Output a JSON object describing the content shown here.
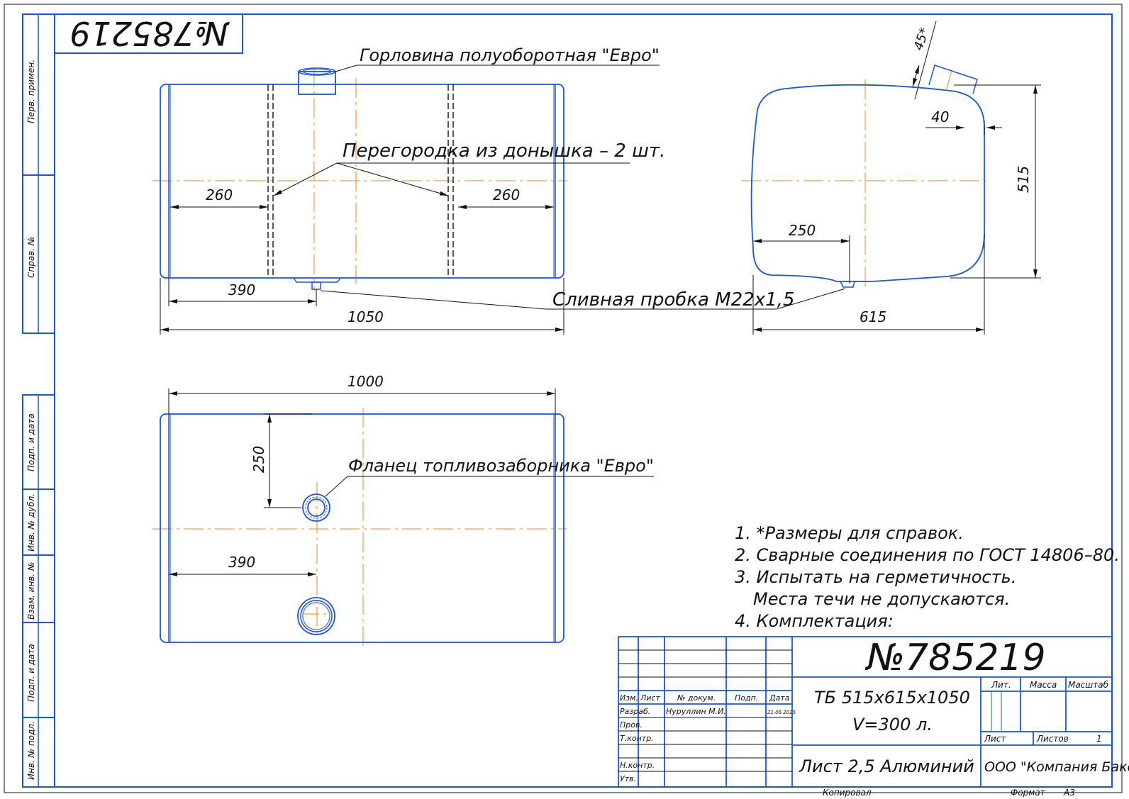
{
  "colors": {
    "outline": "#1a55e0",
    "axis": "#f08a1e",
    "ink": "#111111"
  },
  "stamp_number": "№785219",
  "side_strip": {
    "perv_primen": "Перв. примен.",
    "sprav_no": "Справ. №",
    "podp_data_1": "Подп. и дата",
    "inv_dubl": "Инв. № дубл.",
    "vzam_inv": "Взам. инв. №",
    "podp_data_2": "Подп. и дата",
    "inv_podl": "Инв. № подл."
  },
  "callouts": {
    "neck": "Горловина полуоборотная \"Евро\"",
    "partition": "Перегородка из донышка – 2 шт.",
    "drain": "Сливная пробка M22x1,5",
    "flange": "Фланец топливозаборника \"Евро\""
  },
  "dimensions": {
    "front_left_260": "260",
    "front_right_260": "260",
    "front_390": "390",
    "front_1050": "1050",
    "side_angle": "45*",
    "side_40": "40",
    "side_515": "515",
    "side_250": "250",
    "side_615": "615",
    "top_1000": "1000",
    "top_250": "250",
    "top_390": "390"
  },
  "notes": [
    "1. *Размеры для справок.",
    "2. Сварные соединения по ГОСТ 14806–80.",
    "3. Испытать на герметичность.",
    "Места течи не допускаются.",
    "4. Комплектация:"
  ],
  "title_block": {
    "designation": "№785219",
    "name_line1": "ТБ 515х615х1050",
    "name_line2": "V=300 л.",
    "material": "Лист 2,5 Алюминий",
    "company": "ООО \"Компания Бакор\"",
    "col_izm": "Изм.",
    "col_list": "Лист",
    "col_dokum": "№ докум.",
    "col_podp": "Подп.",
    "col_data": "Дата",
    "row_razrab": "Разраб.",
    "razrab_name": "Нуруллин М.И.",
    "razrab_date": "21.06.2025",
    "row_prov": "Пров.",
    "row_tkontr": "Т.контр.",
    "row_nkontr": "Н.контр.",
    "row_utv": "Утв.",
    "lit": "Лит.",
    "massa": "Масса",
    "masshtab": "Масштаб",
    "list_label": "Лист",
    "listov_label": "Листов",
    "listov_value": "1"
  },
  "footer": {
    "kopiroval": "Копировал",
    "format": "Формат",
    "format_value": "А3"
  }
}
